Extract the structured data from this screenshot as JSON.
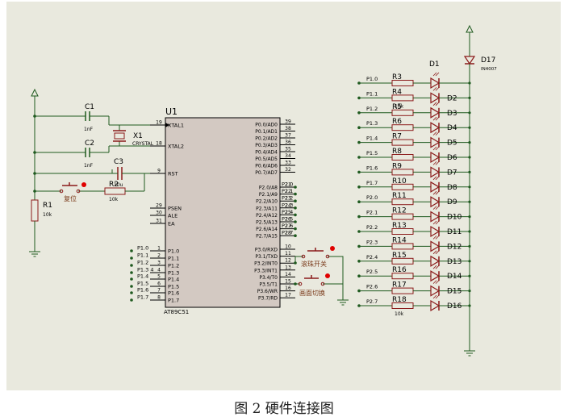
{
  "caption": "图 2  硬件连接图",
  "colors": {
    "sheet": "#e9e9de",
    "wire": "#1f5a1f",
    "component": "#8b1a1a",
    "chip_fill": "#d3c9c2",
    "label": "#000080",
    "pin_dot": "#1f5a1f",
    "button_dot": "#e00000"
  },
  "mcu": {
    "ref": "U1",
    "part": "AT89C51",
    "left_pins": [
      {
        "num": "19",
        "name": "XTAL1"
      },
      {
        "num": "18",
        "name": "XTAL2"
      },
      {
        "num": "9",
        "name": "RST"
      },
      {
        "num": "29",
        "name": "PSEN"
      },
      {
        "num": "30",
        "name": "ALE"
      },
      {
        "num": "31",
        "name": "EA"
      },
      {
        "num": "1",
        "name": "P1.0"
      },
      {
        "num": "2",
        "name": "P1.1"
      },
      {
        "num": "3",
        "name": "P1.2"
      },
      {
        "num": "4",
        "name": "P1.3"
      },
      {
        "num": "5",
        "name": "P1.4"
      },
      {
        "num": "6",
        "name": "P1.5"
      },
      {
        "num": "7",
        "name": "P1.6"
      },
      {
        "num": "8",
        "name": "P1.7"
      }
    ],
    "port0": [
      {
        "num": "39",
        "name": "P0.0/AD0"
      },
      {
        "num": "38",
        "name": "P0.1/AD1"
      },
      {
        "num": "37",
        "name": "P0.2/AD2"
      },
      {
        "num": "36",
        "name": "P0.3/AD3"
      },
      {
        "num": "35",
        "name": "P0.4/AD4"
      },
      {
        "num": "34",
        "name": "P0.5/AD5"
      },
      {
        "num": "33",
        "name": "P0.6/AD6"
      },
      {
        "num": "32",
        "name": "P0.7/AD7"
      }
    ],
    "port2": [
      {
        "num": "21",
        "name": "P2.0/A8",
        "net": "P2.0"
      },
      {
        "num": "22",
        "name": "P2.1/A9",
        "net": "P2.1"
      },
      {
        "num": "23",
        "name": "P2.2/A10",
        "net": "P2.2"
      },
      {
        "num": "24",
        "name": "P2.3/A11",
        "net": "P2.3"
      },
      {
        "num": "25",
        "name": "P2.4/A12",
        "net": "P2.4"
      },
      {
        "num": "26",
        "name": "P2.5/A13",
        "net": "P2.5"
      },
      {
        "num": "27",
        "name": "P2.6/A14",
        "net": "P2.6"
      },
      {
        "num": "28",
        "name": "P2.7/A15",
        "net": "P2.7"
      }
    ],
    "port3": [
      {
        "num": "10",
        "name": "P3.0/RXD"
      },
      {
        "num": "11",
        "name": "P3.1/TXD"
      },
      {
        "num": "12",
        "name": "P3.2/INT0"
      },
      {
        "num": "13",
        "name": "P3.3/INT1"
      },
      {
        "num": "14",
        "name": "P3.4/T0"
      },
      {
        "num": "15",
        "name": "P3.5/T1"
      },
      {
        "num": "16",
        "name": "P3.6/WR"
      },
      {
        "num": "17",
        "name": "P3.7/RD"
      }
    ],
    "p1_nets": [
      "P1.0",
      "P1.1",
      "P1.2",
      "P1.3 4",
      "P1.4",
      "P1.5",
      "P1.6",
      "P1.7"
    ]
  },
  "parts": {
    "c1": {
      "ref": "C1",
      "value": "1nF"
    },
    "c2": {
      "ref": "C2",
      "value": "1nF"
    },
    "c3": {
      "ref": "C3",
      "value": "10u"
    },
    "x1": {
      "ref": "X1",
      "value": "CRYSTAL"
    },
    "r1": {
      "ref": "R1",
      "value": "10k"
    },
    "r2": {
      "ref": "R2",
      "value": "10k"
    },
    "reset_button": {
      "label": "复位"
    },
    "scroll_switch": {
      "label": "滚珠开关"
    },
    "screen_switch": {
      "label": "画面切换"
    },
    "d17": {
      "ref": "D17",
      "value": "IN4007"
    }
  },
  "led_rows": [
    {
      "net": "P1.0",
      "r": "R3",
      "d": "D1"
    },
    {
      "net": "P1.1",
      "r": "R4",
      "d": "D2",
      "value": "10k"
    },
    {
      "net": "P1.2",
      "r": "R5",
      "d": "D3"
    },
    {
      "net": "P1.3",
      "r": "R6",
      "d": "D4"
    },
    {
      "net": "P1.4",
      "r": "R7",
      "d": "D5"
    },
    {
      "net": "P1.5",
      "r": "R8",
      "d": "D6"
    },
    {
      "net": "P1.6",
      "r": "R9",
      "d": "D7"
    },
    {
      "net": "P1.7",
      "r": "R10",
      "d": "D8"
    },
    {
      "net": "P2.0",
      "r": "R11",
      "d": "D9"
    },
    {
      "net": "P2.1",
      "r": "R12",
      "d": "D10"
    },
    {
      "net": "P2.2",
      "r": "R13",
      "d": "D11"
    },
    {
      "net": "P2.3",
      "r": "R14",
      "d": "D12"
    },
    {
      "net": "P2.4",
      "r": "R15",
      "d": "D13"
    },
    {
      "net": "P2.5",
      "r": "R16",
      "d": "D14"
    },
    {
      "net": "P2.6",
      "r": "R17",
      "d": "D15"
    },
    {
      "net": "P2.7",
      "r": "R18",
      "d": "D16",
      "value": "10k"
    }
  ]
}
